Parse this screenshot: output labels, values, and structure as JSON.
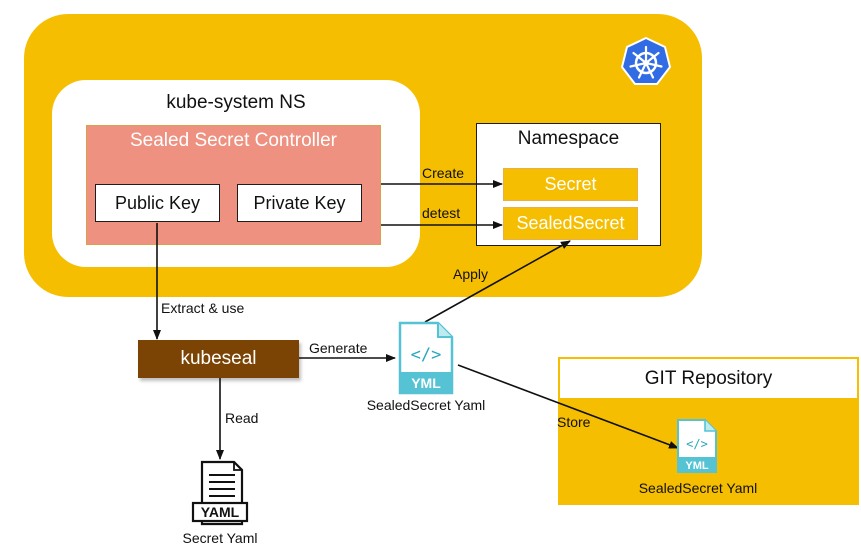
{
  "cluster": {
    "kube_system_ns": "kube-system NS",
    "controller": {
      "title": "Sealed Secret Controller",
      "public_key": "Public Key",
      "private_key": "Private Key"
    },
    "namespace": {
      "title": "Namespace",
      "secret": "Secret",
      "sealed_secret": "SealedSecret"
    }
  },
  "edges": {
    "create": "Create",
    "detest": "detest",
    "apply": "Apply",
    "extract_use": "Extract & use",
    "generate": "Generate",
    "read": "Read",
    "store": "Store"
  },
  "kubeseal": "kubeseal",
  "files": {
    "yml_badge": "YML",
    "yaml_badge": "YAML",
    "sealed_secret_yaml": "SealedSecret Yaml",
    "secret_yaml": "Secret Yaml"
  },
  "git_repository": {
    "title": "GIT Repository",
    "file_label": "SealedSecret Yaml"
  },
  "colors": {
    "cluster": "#F6BE00",
    "controller": "#EE9180",
    "kubeseal": "#7B4404",
    "yml_icon": "#5BC8D8",
    "k8s_logo": "#326CE5"
  },
  "icons": [
    "kubernetes-icon",
    "yml-file-icon",
    "yaml-file-icon"
  ]
}
